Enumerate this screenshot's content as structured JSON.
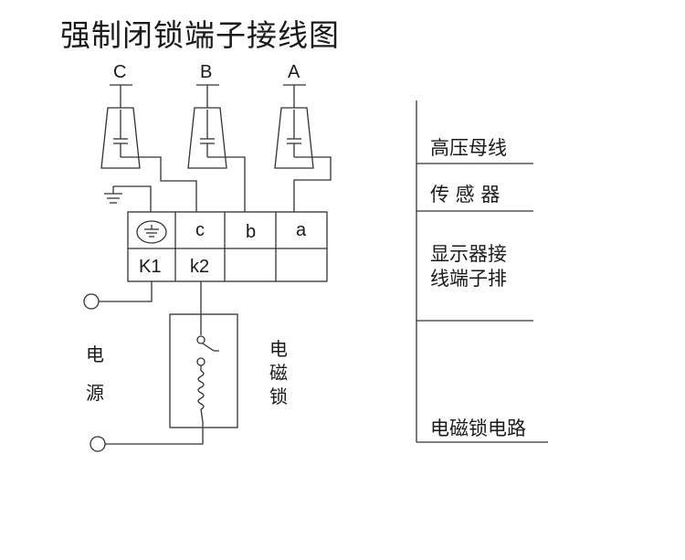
{
  "title": "强制闭锁端子接线图",
  "phases": [
    "C",
    "B",
    "A"
  ],
  "terminal": {
    "row1": [
      "",
      "c",
      "b",
      "a"
    ],
    "row2": [
      "K1",
      "k2",
      "",
      ""
    ]
  },
  "power": [
    "电",
    "源"
  ],
  "lock_label": [
    "电",
    "磁",
    "锁"
  ],
  "legend": {
    "bus": "高压母线",
    "sensor": "传 感 器",
    "terminal_line1": "显示器接",
    "terminal_line2": "线端子排",
    "lock_circuit": "电磁锁电路"
  }
}
